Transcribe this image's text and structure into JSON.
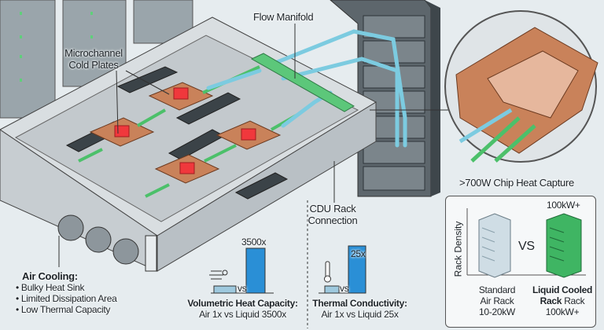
{
  "labels": {
    "flow_manifold": "Flow Manifold",
    "cold_plates_line1": "Microchannel",
    "cold_plates_line2": "Cold Plates",
    "cdu_line1": "CDU Rack",
    "cdu_line2": "Connection",
    "chip_heat": ">700W Chip Heat Capture"
  },
  "air_cooling": {
    "title": "Air Cooling:",
    "bullets": [
      "• Bulky Heat Sink",
      "• Limited Dissipation Area",
      "• Low Thermal Capacity"
    ]
  },
  "comparisons": [
    {
      "title": "Volumetric Heat Capacity:",
      "subtitle": "Air 1x vs Liquid 3500x",
      "vs": "vs",
      "liquid_label": "3500x",
      "icon": "airflow-icon"
    },
    {
      "title": "Thermal Conductivity:",
      "subtitle": "Air 1x vs Liquid 25x",
      "vs": "vs",
      "liquid_label": "25x",
      "icon": "thermometer-icon"
    }
  ],
  "rack_density": {
    "axis_label": "Rack Density",
    "vs": "VS",
    "top_label": "100kW+",
    "air": {
      "line1": "Standard",
      "line2": "Air Rack",
      "line3": "10-20kW"
    },
    "liquid": {
      "line1": "Liquid Cooled",
      "line2_bold": "Rack",
      "line2_rest": " Rack",
      "line3": "100kW+"
    }
  },
  "colors": {
    "copper": "#c9825a",
    "coolant_green": "#4cc06a",
    "coolant_blue": "#7ccbe0",
    "chip_red": "#f0383c",
    "bar_blue": "#2a8fd6"
  }
}
